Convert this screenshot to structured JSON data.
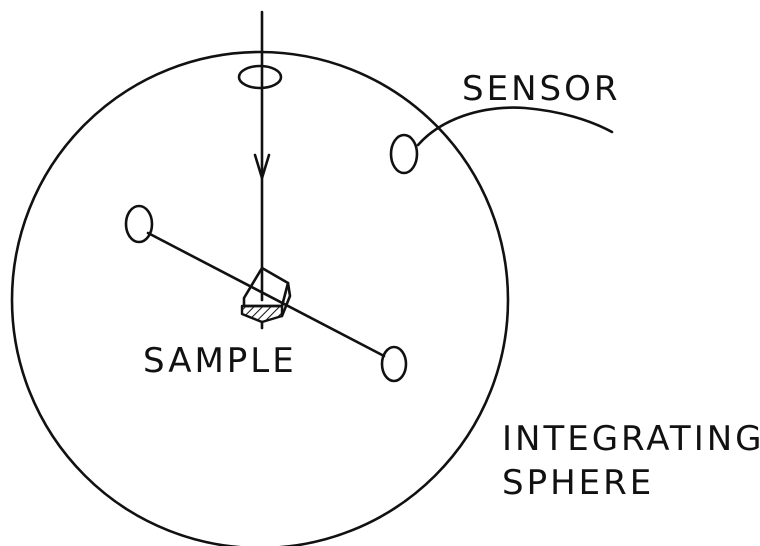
{
  "labels": {
    "sensor": "SENSOR",
    "sample": "SAMPLE",
    "integrating_line1": "INTEGRATING",
    "integrating_line2": "SPHERE"
  },
  "colors": {
    "ink": "#111111",
    "background": "#ffffff"
  }
}
